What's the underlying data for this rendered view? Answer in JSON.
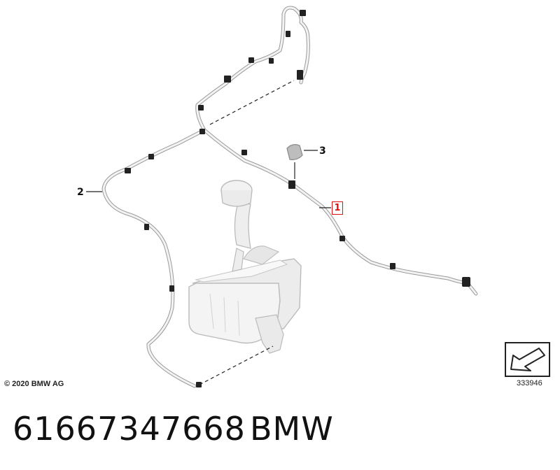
{
  "diagram": {
    "callouts": {
      "item_1": "1",
      "item_2": "2",
      "item_3": "3"
    },
    "copyright": "© 2020 BMW AG",
    "diagram_number": "333946",
    "highlight_color": "#dd1111"
  },
  "footer": {
    "part_number": "61667347668",
    "brand": "BMW"
  }
}
